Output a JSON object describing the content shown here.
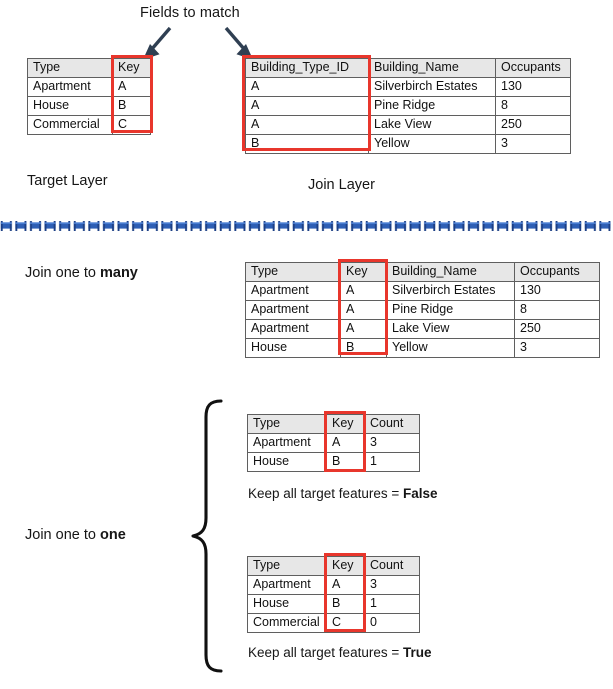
{
  "palette": {
    "highlight_red": "#e8362c",
    "header_fill": "#e7e7e7",
    "border_gray": "#5f5f5f",
    "arrow_navy": "#2f3f52",
    "divider_blue": "#2e5fb5",
    "text": "#161616"
  },
  "annotations": {
    "fields_to_match": "Fields to match",
    "target_layer": "Target Layer",
    "join_layer": "Join Layer",
    "join_one_to_many_prefix": "Join one to ",
    "join_one_to_many_emphasis": "many",
    "join_one_to_one_prefix": "Join one to ",
    "join_one_to_one_emphasis": "one",
    "keep_all_prefix": "Keep all target features = ",
    "keep_all_false": "False",
    "keep_all_true": "True"
  },
  "tables": {
    "target_layer": {
      "name": "target-layer-table",
      "headers": [
        "Type",
        "Key"
      ],
      "rows": [
        [
          "Apartment",
          "A"
        ],
        [
          "House",
          "B"
        ],
        [
          "Commercial",
          "C"
        ]
      ],
      "highlighted_column": "Key"
    },
    "join_layer": {
      "name": "join-layer-table",
      "headers": [
        "Building_Type_ID",
        "Building_Name",
        "Occupants"
      ],
      "rows": [
        [
          "A",
          "Silverbirch Estates",
          "130"
        ],
        [
          "A",
          "Pine Ridge",
          "8"
        ],
        [
          "A",
          "Lake View",
          "250"
        ],
        [
          "B",
          "Yellow",
          "3"
        ]
      ],
      "highlighted_column": "Building_Type_ID"
    },
    "one_to_many_result": {
      "name": "join-one-to-many-result-table",
      "headers": [
        "Type",
        "Key",
        "Building_Name",
        "Occupants"
      ],
      "rows": [
        [
          "Apartment",
          "A",
          "Silverbirch Estates",
          "130"
        ],
        [
          "Apartment",
          "A",
          "Pine Ridge",
          "8"
        ],
        [
          "Apartment",
          "A",
          "Lake View",
          "250"
        ],
        [
          "House",
          "B",
          "Yellow",
          "3"
        ]
      ],
      "highlighted_column": "Key"
    },
    "one_to_one_false": {
      "name": "join-one-to-one-false-table",
      "headers": [
        "Type",
        "Key",
        "Count"
      ],
      "rows": [
        [
          "Apartment",
          "A",
          "3"
        ],
        [
          "House",
          "B",
          "1"
        ]
      ],
      "highlighted_column": "Key"
    },
    "one_to_one_true": {
      "name": "join-one-to-one-true-table",
      "headers": [
        "Type",
        "Key",
        "Count"
      ],
      "rows": [
        [
          "Apartment",
          "A",
          "3"
        ],
        [
          "House",
          "B",
          "1"
        ],
        [
          "Commercial",
          "C",
          "0"
        ]
      ],
      "highlighted_column": "Key"
    }
  },
  "icons": {
    "arrow_left": "arrow-down-left-icon",
    "arrow_right": "arrow-down-right-icon",
    "brace": "curly-brace-icon",
    "divider": "dashed-divider-icon"
  }
}
